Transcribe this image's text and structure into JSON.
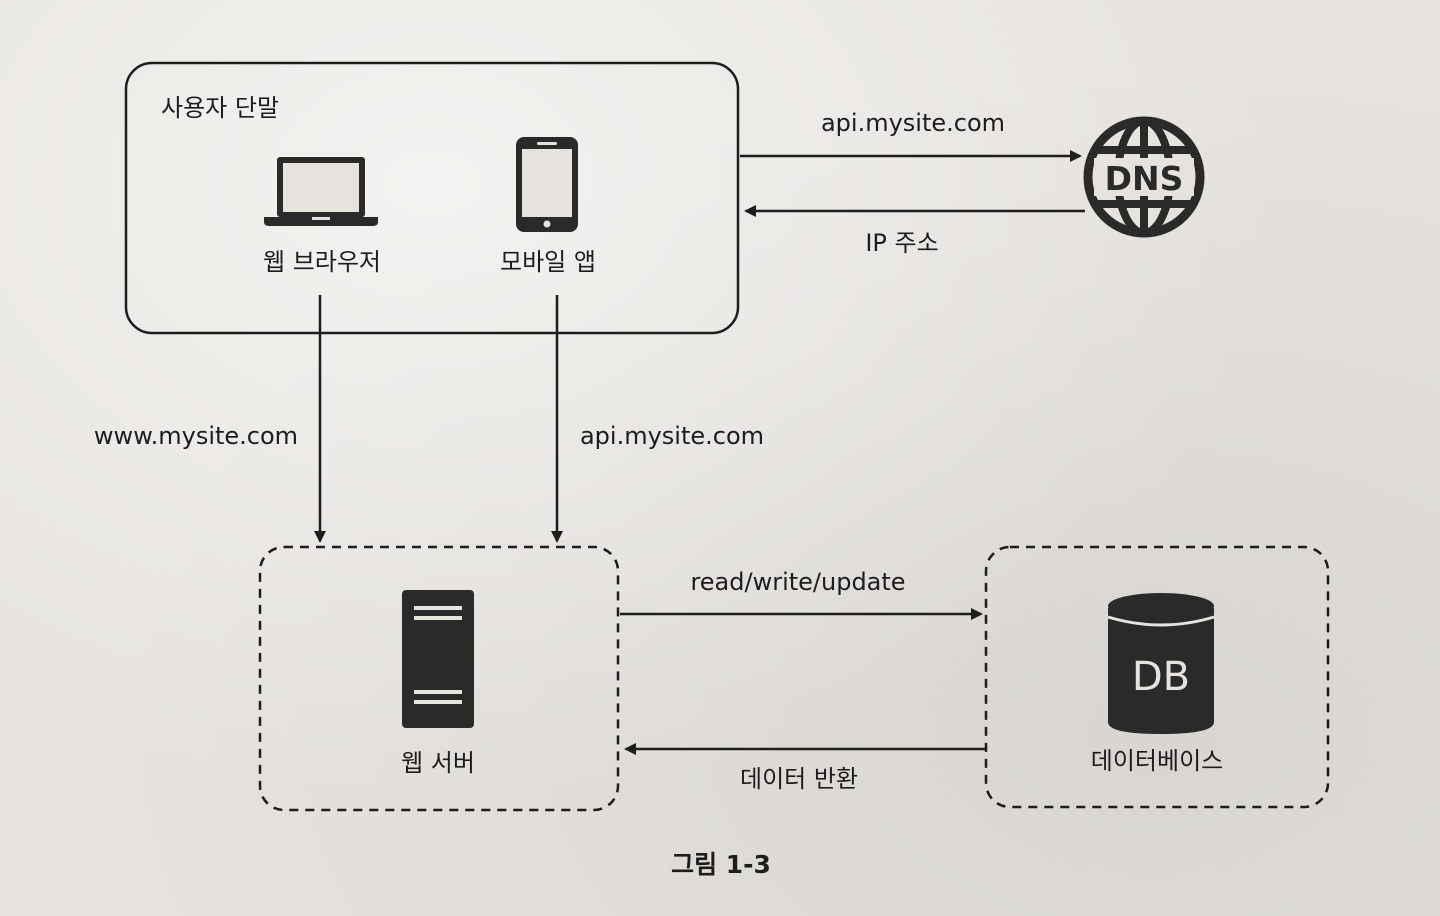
{
  "user_device": {
    "title": "사용자 단말",
    "web_browser": "웹 브라우저",
    "mobile_app": "모바일 앱"
  },
  "dns": {
    "icon_text": "DNS",
    "request": "api.mysite.com",
    "response": "IP 주소"
  },
  "web_server": {
    "label": "웹 서버",
    "from_browser": "www.mysite.com",
    "from_app": "api.mysite.com"
  },
  "database": {
    "label": "데이터베이스",
    "icon_text": "DB",
    "request": "read/write/update",
    "response": "데이터 반환"
  },
  "figure": {
    "caption": "그림 1-3"
  },
  "colors": {
    "ink": "#1d1d1d",
    "icon_fill": "#2a2a2a",
    "paper": "#e6e3de"
  }
}
